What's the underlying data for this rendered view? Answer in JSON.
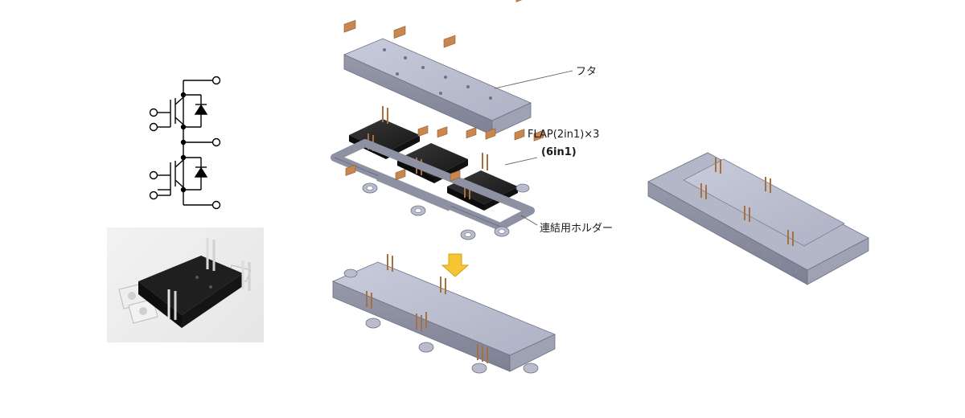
{
  "labels": {
    "lid": "フタ",
    "flap_line1": "FLAP(2in1)×3",
    "flap_line2": "(6in1)",
    "holder": "連結用ホルダー"
  },
  "colors": {
    "module_gray": "#b8bccd",
    "module_dark": "#8d91a2",
    "chip_black": "#222222",
    "copper": "#c9874f",
    "arrow_yellow": "#f6c632"
  },
  "icons": {
    "down_arrow": "yellow-down-arrow-icon",
    "circuit": "igbt-half-bridge-schematic"
  }
}
